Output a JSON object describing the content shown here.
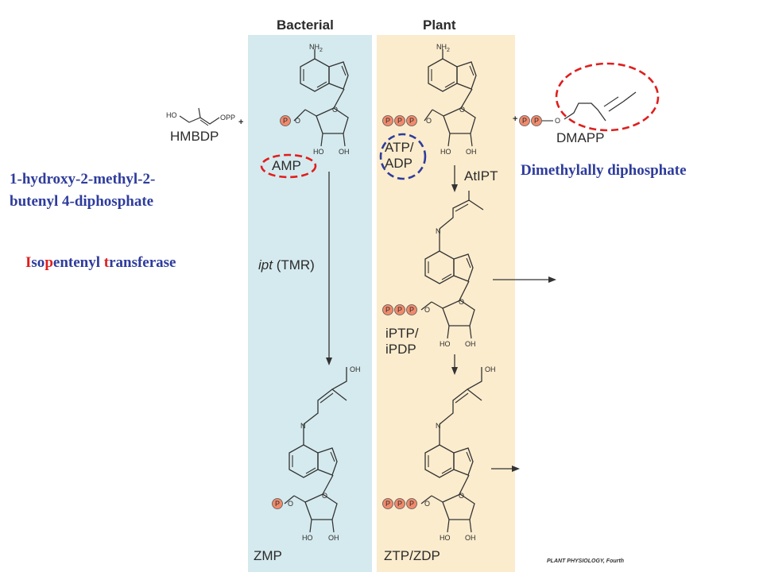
{
  "columns": {
    "bacterial": "Bacterial",
    "plant": "Plant"
  },
  "compounds": {
    "hmbdp": "HMBDP",
    "dmapp": "DMAPP",
    "amp": "AMP",
    "atp_adp": [
      "ATP/",
      "ADP"
    ],
    "iptp_ipdp": [
      "iPTP/",
      "iPDP"
    ],
    "zmp": "ZMP",
    "ztp_zdp": "ZTP/ZDP"
  },
  "enzymes": {
    "ipt_italic": "ipt",
    "ipt_rest": " (TMR)",
    "atipt": "AtIPT"
  },
  "chem_labels": {
    "nh2": "NH2",
    "n": "N",
    "o": "O",
    "p": "P",
    "ho": "HO",
    "oh": "OH",
    "opp": "OPP",
    "plus": "+"
  },
  "annotations": {
    "hmbdp_full": [
      "1-hydroxy-2-methyl-2-",
      "butenyl 4-diphosphate"
    ],
    "dmapp_full": "Dimethylally diphosphate",
    "ipt_full_segments": [
      {
        "text": "I",
        "color": "#e01e1e"
      },
      {
        "text": "so",
        "color": "#2e3c9c"
      },
      {
        "text": "p",
        "color": "#e01e1e"
      },
      {
        "text": "entenyl ",
        "color": "#2e3c9c"
      },
      {
        "text": "t",
        "color": "#e01e1e"
      },
      {
        "text": "ransferase",
        "color": "#2e3c9c"
      }
    ]
  },
  "credit": "PLANT PHYSIOLOGY, Fourth",
  "colors": {
    "bacterial_bg": "#d5eaee",
    "plant_bg": "#fbeccd",
    "phosphate": "#f08a6c",
    "red_dash": "#e01e1e",
    "blue_dash": "#2e3c9c",
    "annotation_blue": "#2e3c9c",
    "annotation_red": "#e01e1e"
  }
}
